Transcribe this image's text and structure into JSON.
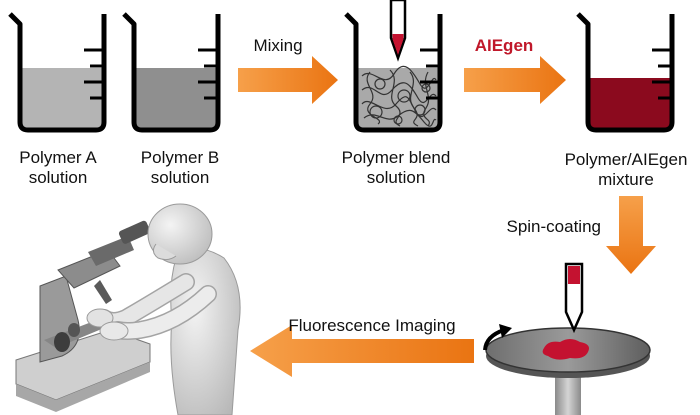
{
  "beakers": {
    "polymer_a": {
      "line1": "Polymer A",
      "line2": "solution"
    },
    "polymer_b": {
      "line1": "Polymer B",
      "line2": "solution"
    },
    "blend": {
      "line1": "Polymer blend",
      "line2": "solution"
    },
    "mixture": {
      "line1": "Polymer/AIEgen",
      "line2": "mixture"
    }
  },
  "steps": {
    "mixing": "Mixing",
    "aiegen": "AIEgen",
    "spin_coating": "Spin-coating",
    "imaging": "Fluorescence Imaging"
  },
  "colors": {
    "arrow": "#f0821e",
    "aiegen_label": "#c0182a",
    "mixture_liquid": "#8b0a1e",
    "solution_a": "#b4b4b4",
    "solution_b": "#8f8f8f"
  },
  "icons": [
    "beaker-icon",
    "pipette-icon",
    "spin-coater-icon",
    "microscope-icon",
    "researcher-figure-icon"
  ]
}
